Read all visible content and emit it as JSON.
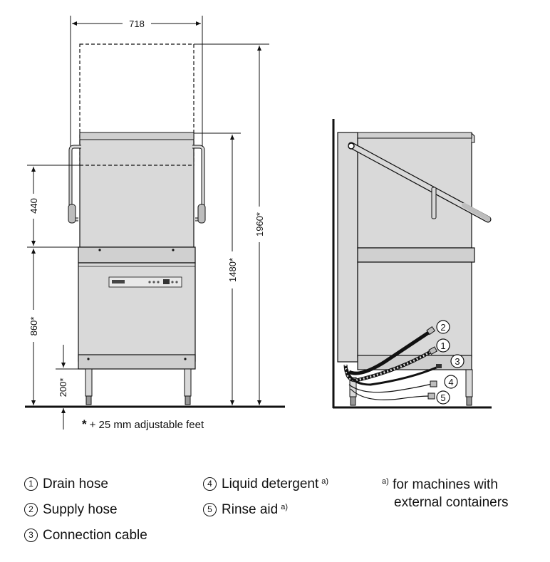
{
  "dimensions": {
    "width": "718",
    "height_open": "1960*",
    "height_closed": "1480*",
    "hood_travel": "440",
    "table_height": "860*",
    "foot_height": "200*"
  },
  "footnote_feet": {
    "star": "*",
    "text": "+ 25 mm adjustable feet"
  },
  "callouts": [
    "2",
    "1",
    "3",
    "4",
    "5"
  ],
  "legend": [
    {
      "num": "1",
      "label": "Drain hose",
      "note": ""
    },
    {
      "num": "2",
      "label": "Supply hose",
      "note": ""
    },
    {
      "num": "3",
      "label": "Connection cable",
      "note": ""
    },
    {
      "num": "4",
      "label": "Liquid detergent",
      "note": "a)"
    },
    {
      "num": "5",
      "label": "Rinse aid",
      "note": "a)"
    }
  ],
  "external_note": {
    "marker": "a)",
    "line1": "for machines with",
    "line2": "external containers"
  },
  "colors": {
    "body": "#d9d9d9",
    "body_dark": "#bdbdbd",
    "line": "#111111"
  }
}
